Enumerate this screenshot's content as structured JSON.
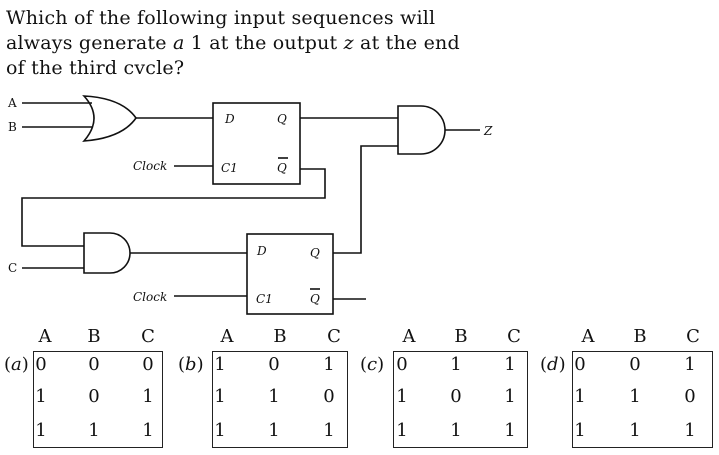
{
  "question": {
    "line1": "Which of the following input sequences will",
    "line2_pre": "always generate ",
    "line2_a": "a",
    "line2_mid": " 1 at the output ",
    "line2_z": "z",
    "line2_post": " at the end",
    "line3": "of the third cvcle?"
  },
  "circuit": {
    "input_a": "A",
    "input_b": "B",
    "input_c": "C",
    "output_z": "Z",
    "ff1": {
      "d": "D",
      "q": "Q",
      "clk": "C1",
      "qbar": "Q",
      "clock": "Clock"
    },
    "ff2": {
      "d": "D",
      "q": "Q",
      "clk": "C1",
      "qbar": "Q",
      "clock": "Clock"
    }
  },
  "options": [
    {
      "label": "a",
      "headers": [
        "A",
        "B",
        "C"
      ],
      "rows": [
        [
          "0",
          "0",
          "0"
        ],
        [
          "1",
          "0",
          "1"
        ],
        [
          "1",
          "1",
          "1"
        ]
      ]
    },
    {
      "label": "b",
      "headers": [
        "A",
        "B",
        "C"
      ],
      "rows": [
        [
          "1",
          "0",
          "1"
        ],
        [
          "1",
          "1",
          "0"
        ],
        [
          "1",
          "1",
          "1"
        ]
      ]
    },
    {
      "label": "c",
      "headers": [
        "A",
        "B",
        "C"
      ],
      "rows": [
        [
          "0",
          "1",
          "1"
        ],
        [
          "1",
          "0",
          "1"
        ],
        [
          "1",
          "1",
          "1"
        ]
      ]
    },
    {
      "label": "d",
      "headers": [
        "A",
        "B",
        "C"
      ],
      "rows": [
        [
          "0",
          "0",
          "1"
        ],
        [
          "1",
          "1",
          "0"
        ],
        [
          "1",
          "1",
          "1"
        ]
      ]
    }
  ]
}
